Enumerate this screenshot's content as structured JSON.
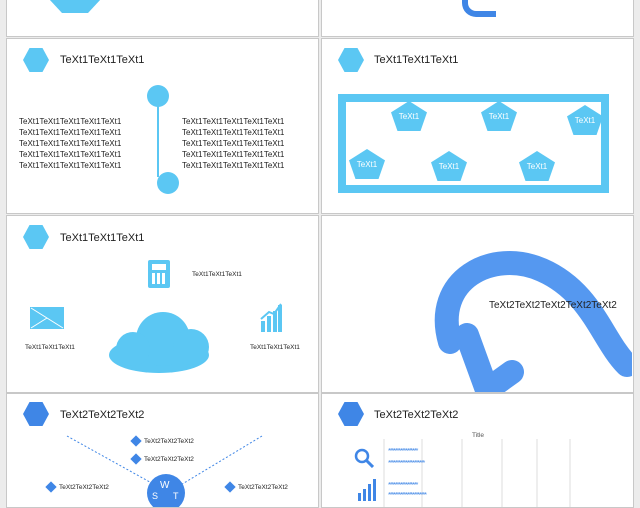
{
  "slides": {
    "s3": {
      "title": "TeXt1TeXt1TeXt1",
      "left_lines": [
        "TeXt1TeXt1TeXt1TeXt1TeXt1",
        "TeXt1TeXt1TeXt1TeXt1TeXt1",
        "TeXt1TeXt1TeXt1TeXt1TeXt1",
        "TeXt1TeXt1TeXt1TeXt1TeXt1",
        "TeXt1TeXt1TeXt1TeXt1TeXt1"
      ],
      "right_lines": [
        "TeXt1TeXt1TeXt1TeXt1TeXt1",
        "TeXt1TeXt1TeXt1TeXt1TeXt1",
        "TeXt1TeXt1TeXt1TeXt1TeXt1",
        "TeXt1TeXt1TeXt1TeXt1TeXt1",
        "TeXt1TeXt1TeXt1TeXt1TeXt1"
      ]
    },
    "s4": {
      "title": "TeXt1TeXt1TeXt1",
      "labels": [
        "TeXt1",
        "TeXt1",
        "TeXt1",
        "TeXt1",
        "TeXt1",
        "TeXt1"
      ]
    },
    "s5": {
      "title": "TeXt1TeXt1TeXt1",
      "calc_label": "TeXt1TeXt1TeXt1",
      "mail_label": "TeXt1TeXt1TeXt1",
      "chart_label": "TeXt1TeXt1TeXt1"
    },
    "s6": {
      "text": "TeXt2TeXt2TeXt2TeXt2TeXt2"
    },
    "s7": {
      "title": "TeXt2TeXt2TeXt2",
      "items": [
        "TeXt2TeXt2TeXt2",
        "TeXt2TeXt2TeXt2",
        "TeXt2TeXt2TeXt2",
        "TeXt2TeXt2TeXt2"
      ],
      "letters": [
        "W",
        "S",
        "T"
      ]
    },
    "s8": {
      "title": "TeXt2TeXt2TeXt2",
      "chart_title": "Title",
      "stars": [
        "*****************",
        "*********************",
        "*****************",
        "**********************"
      ]
    }
  },
  "colors": {
    "accent_light": "#5bc7f3",
    "accent_dark": "#3f86e6"
  },
  "icons": [
    "hexagon-icon",
    "calculator-icon",
    "mail-icon",
    "bar-chart-icon",
    "cloud-icon",
    "search-icon"
  ]
}
